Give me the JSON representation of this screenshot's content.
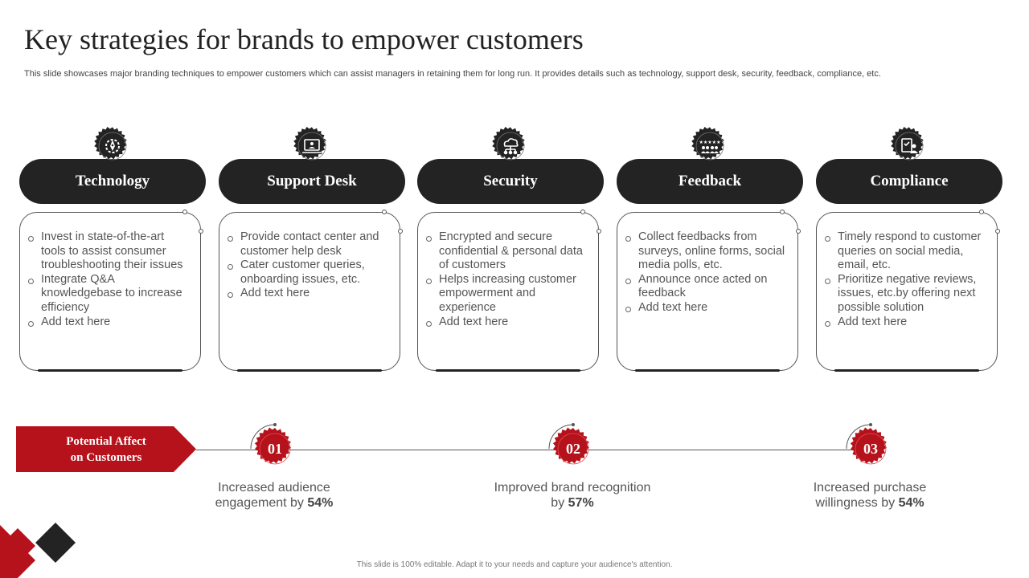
{
  "title": "Key strategies for brands to empower customers",
  "subtitle": "This slide showcases major branding techniques to empower customers which can assist managers in retaining them for long run. It provides details such as technology, support desk, security, feedback, compliance, etc.",
  "colors": {
    "dark": "#232323",
    "accent": "#b5121b"
  },
  "strategies": [
    {
      "icon": "rocket-gear-icon",
      "label": "Technology",
      "items": [
        "Invest in state-of-the-art tools to assist consumer troubleshooting their issues",
        "Integrate Q&A knowledgebase to increase efficiency",
        "Add text here"
      ]
    },
    {
      "icon": "monitor-user-icon",
      "label": "Support Desk",
      "items": [
        "Provide contact center and customer help desk",
        "Cater customer queries, onboarding issues, etc.",
        "Add text here"
      ]
    },
    {
      "icon": "cloud-network-icon",
      "label": "Security",
      "items": [
        "Encrypted and secure confidential & personal data of customers",
        "Helps increasing customer empowerment and experience",
        "Add text here"
      ]
    },
    {
      "icon": "rating-group-icon",
      "label": "Feedback",
      "items": [
        "Collect feedbacks from surveys, online forms, social media polls, etc.",
        "Announce once acted on feedback",
        "Add text here"
      ]
    },
    {
      "icon": "checklist-person-icon",
      "label": "Compliance",
      "items": [
        "Timely respond to customer queries on social media, email, etc.",
        "Prioritize negative reviews, issues, etc.by offering next possible solution",
        "Add text here"
      ]
    }
  ],
  "potential": {
    "label": "Potential Affect\non Customers",
    "steps": [
      {
        "num": "01",
        "text": "Increased audience engagement by",
        "value": "54%"
      },
      {
        "num": "02",
        "text": "Improved brand recognition by",
        "value": "57%"
      },
      {
        "num": "03",
        "text": "Increased purchase willingness by",
        "value": "54%"
      }
    ]
  },
  "footer": "This slide is 100% editable. Adapt it to your needs and capture your audience's attention."
}
